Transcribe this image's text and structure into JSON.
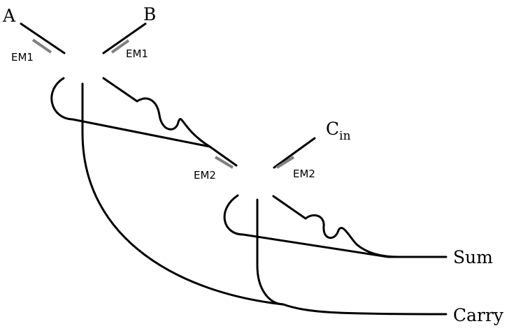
{
  "labels": {
    "input_a": "A",
    "input_b": "B",
    "input_c_base": "C",
    "input_c_sub": "in",
    "output_sum": "Sum",
    "output_carry": "Carry",
    "em1_left": "EM1",
    "em1_right": "EM1",
    "em2_left": "EM2",
    "em2_right": "EM2"
  },
  "colors": {
    "wire": "#000000",
    "em_marker": "#808080",
    "background": "#ffffff"
  }
}
